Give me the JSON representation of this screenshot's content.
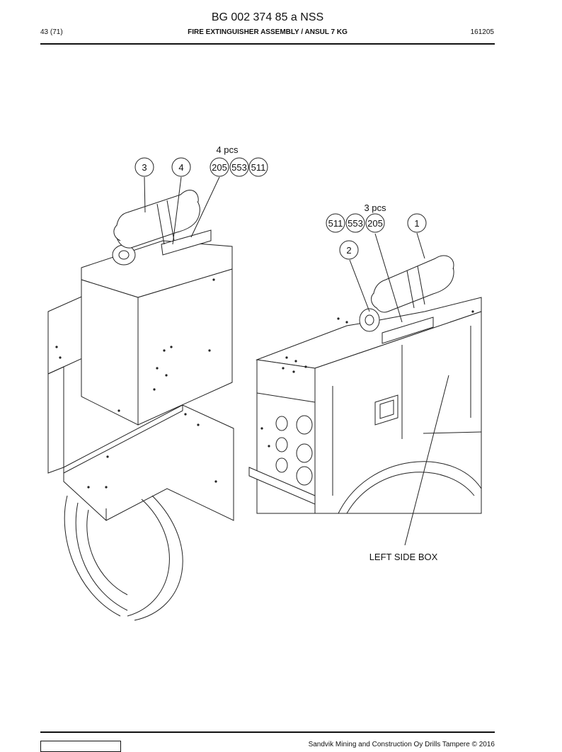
{
  "header": {
    "doc_code": "BG 002 374 85 a NSS",
    "page": "43 (71)",
    "title": "FIRE EXTINGUISHER ASSEMBLY / ANSUL 7 KG",
    "date": "161205"
  },
  "callouts": {
    "qty_left": "4 pcs",
    "qty_right": "3 pcs",
    "item_3": "3",
    "item_4": "4",
    "item_205_l": "205",
    "item_553_l": "553",
    "item_511_l": "511",
    "item_511_r": "511",
    "item_553_r": "553",
    "item_205_r": "205",
    "item_1": "1",
    "item_2": "2",
    "left_side_box": "LEFT SIDE BOX"
  },
  "footer": {
    "copyright": "Sandvik Mining and Construction Oy Drills Tampere © 2016"
  }
}
